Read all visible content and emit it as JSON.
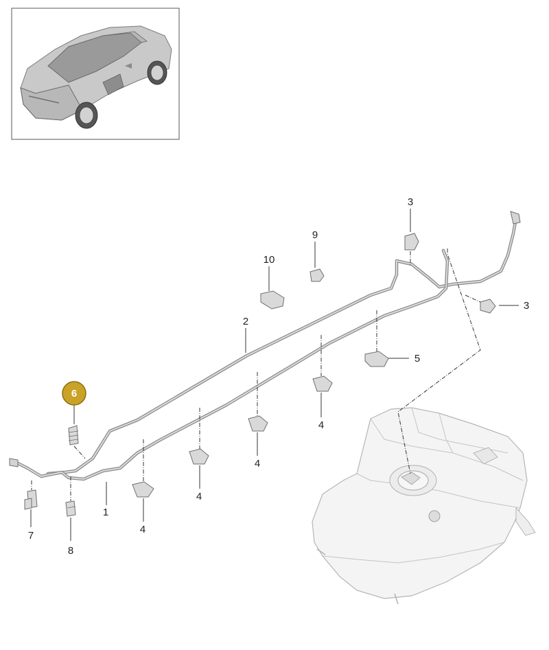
{
  "colors": {
    "highlight_fill": "#c9a227",
    "highlight_stroke": "#8c6d0f",
    "line": "#333333",
    "pipe": "#8a8a8a",
    "tank": "#f4f4f4"
  },
  "thumbnail": {
    "icon": "car-thumbnail-icon"
  },
  "callouts": [
    {
      "id": "c1",
      "label": "1"
    },
    {
      "id": "c2",
      "label": "2"
    },
    {
      "id": "c3a",
      "label": "3"
    },
    {
      "id": "c3b",
      "label": "3"
    },
    {
      "id": "c4a",
      "label": "4"
    },
    {
      "id": "c4b",
      "label": "4"
    },
    {
      "id": "c4c",
      "label": "4"
    },
    {
      "id": "c4d",
      "label": "4"
    },
    {
      "id": "c5",
      "label": "5"
    },
    {
      "id": "c6",
      "label": "6",
      "highlighted": true
    },
    {
      "id": "c7",
      "label": "7"
    },
    {
      "id": "c8",
      "label": "8"
    },
    {
      "id": "c9",
      "label": "9"
    },
    {
      "id": "c10",
      "label": "10"
    }
  ]
}
